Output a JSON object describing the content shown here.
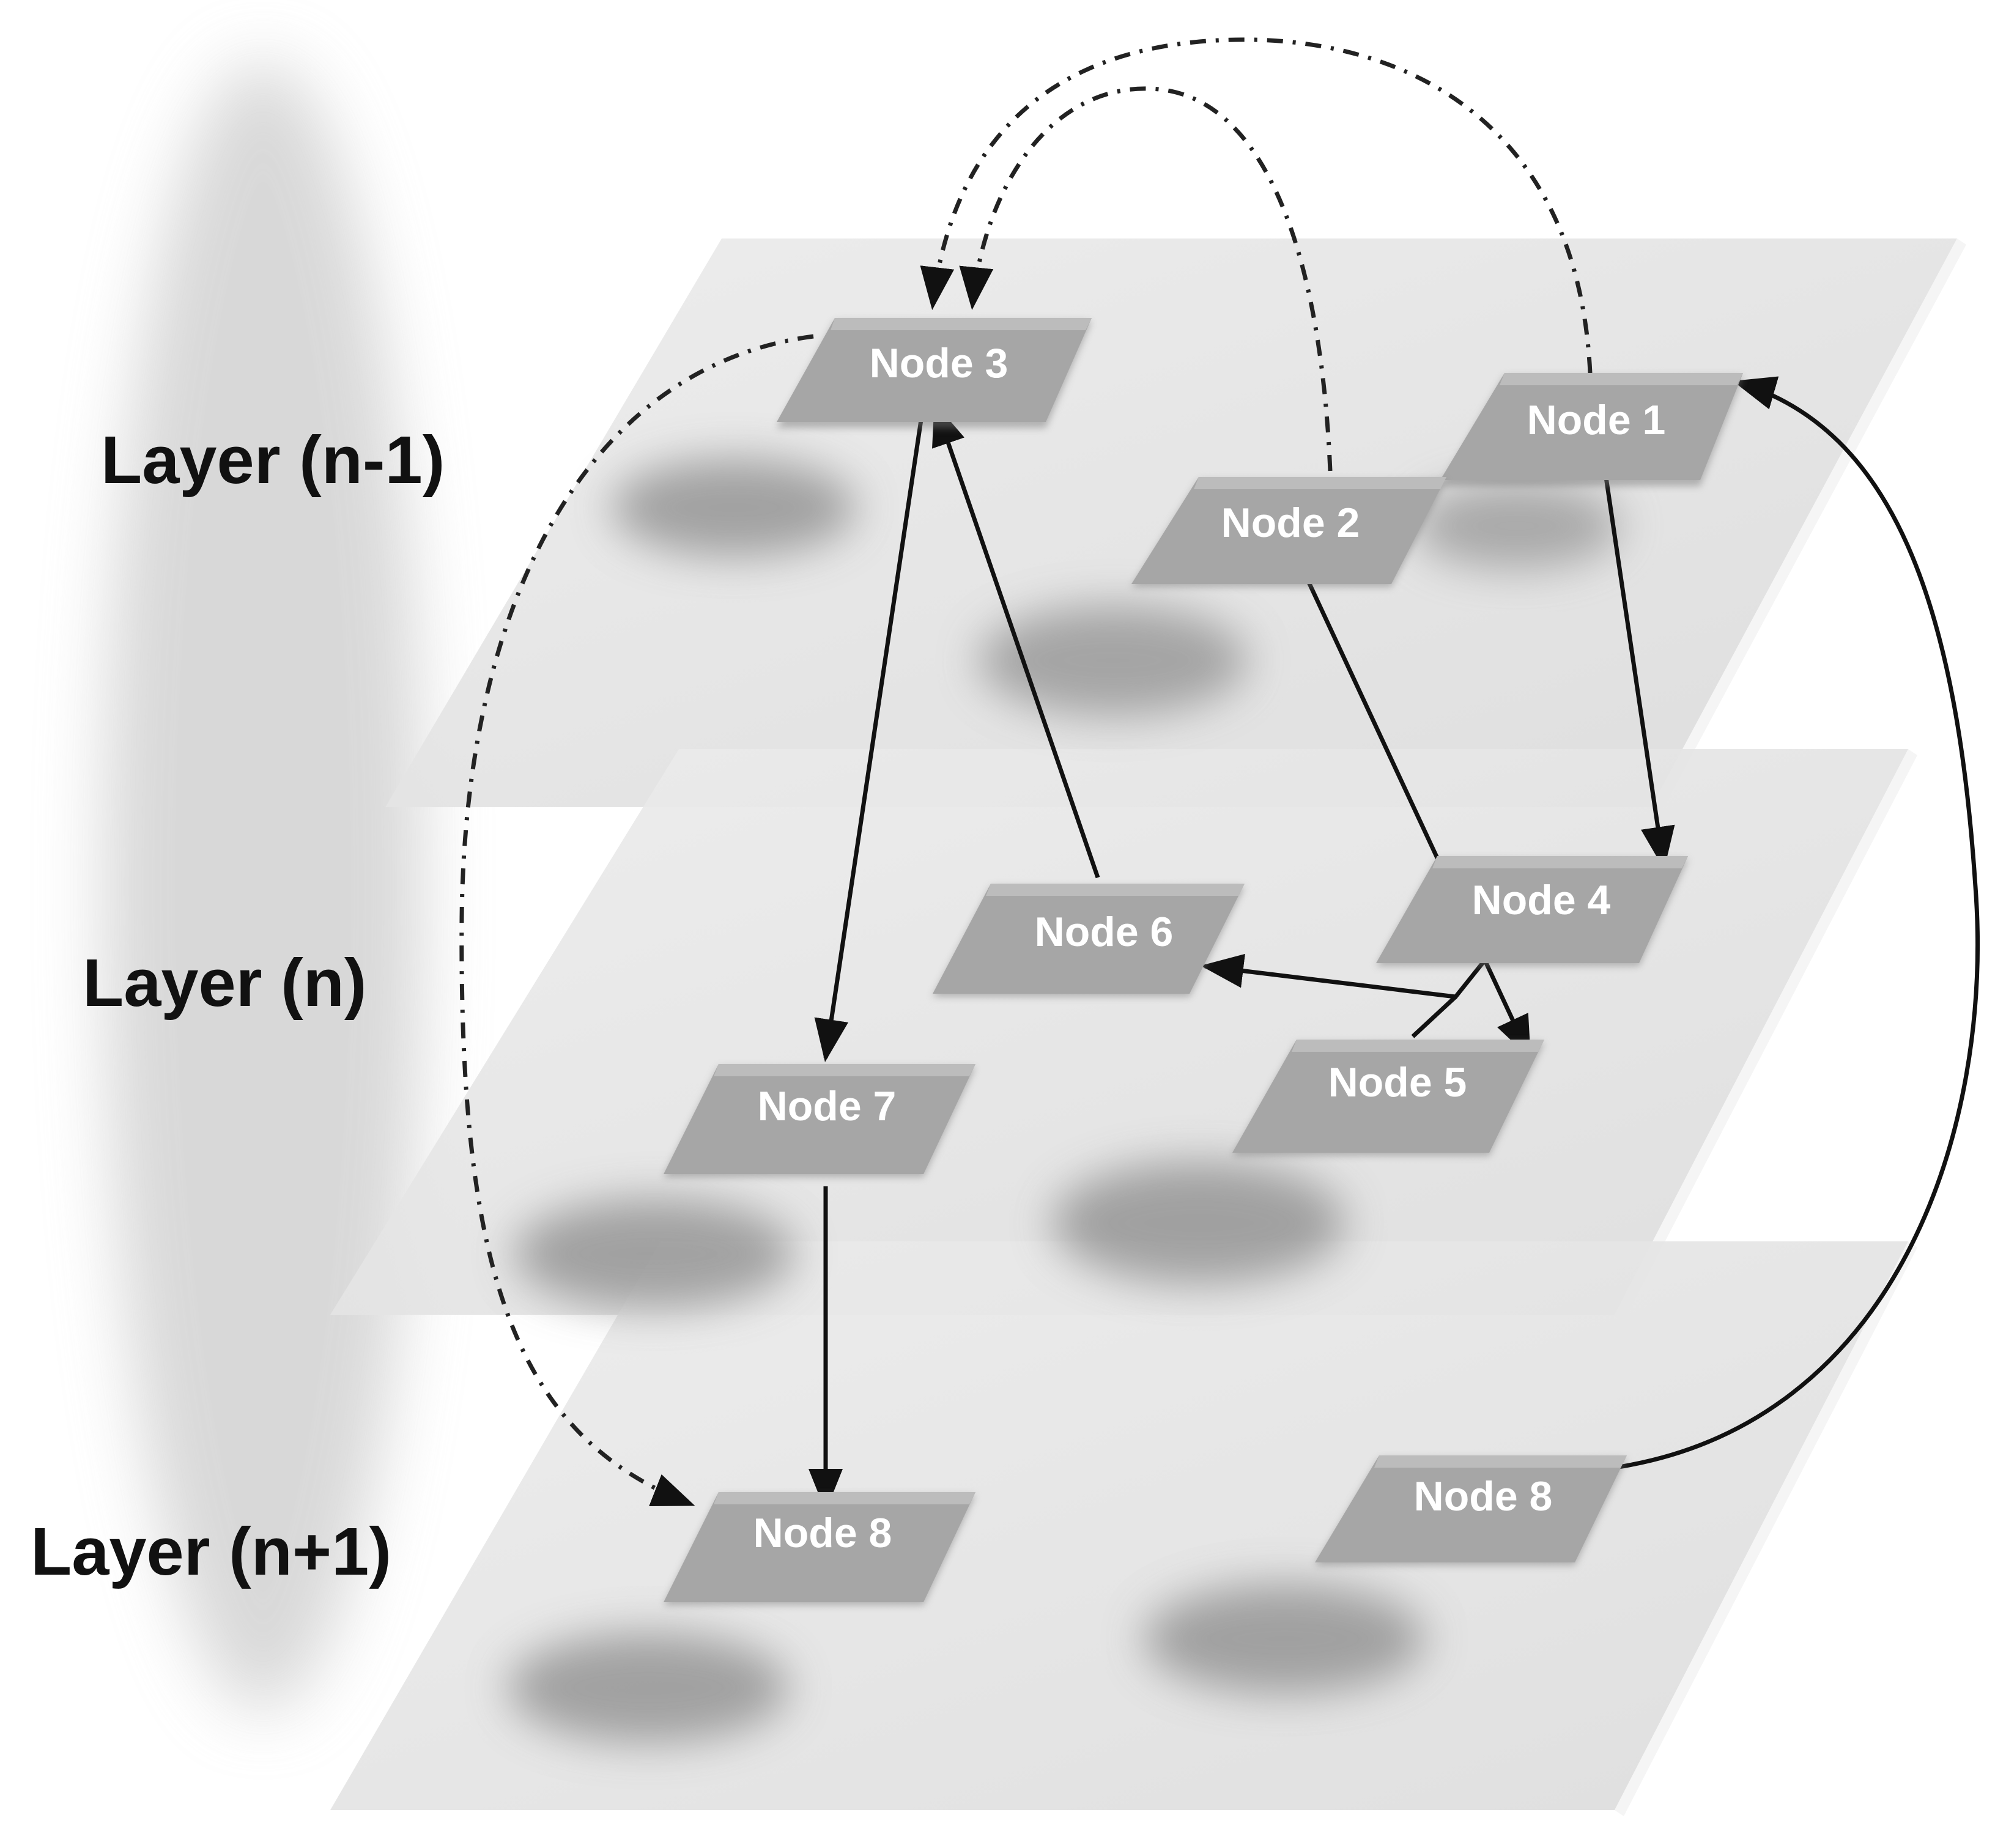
{
  "layers": [
    {
      "id": "n-1",
      "label": "Layer (n-1)"
    },
    {
      "id": "n",
      "label": "Layer (n)"
    },
    {
      "id": "n+1",
      "label": "Layer (n+1)"
    }
  ],
  "nodes": [
    {
      "id": "node1",
      "label": "Node 1",
      "layer": "n-1"
    },
    {
      "id": "node2",
      "label": "Node 2",
      "layer": "n-1"
    },
    {
      "id": "node3",
      "label": "Node 3",
      "layer": "n-1"
    },
    {
      "id": "node4",
      "label": "Node 4",
      "layer": "n"
    },
    {
      "id": "node5",
      "label": "Node 5",
      "layer": "n"
    },
    {
      "id": "node6",
      "label": "Node 6",
      "layer": "n"
    },
    {
      "id": "node7",
      "label": "Node 7",
      "layer": "n"
    },
    {
      "id": "node8a",
      "label": "Node 8",
      "layer": "n+1"
    },
    {
      "id": "node8b",
      "label": "Node 8",
      "layer": "n+1"
    }
  ],
  "edges": [
    {
      "from": "node1",
      "to": "node4",
      "style": "solid"
    },
    {
      "from": "node2",
      "to": "node5",
      "style": "solid"
    },
    {
      "from": "node3",
      "to": "node7",
      "style": "solid"
    },
    {
      "from": "node6",
      "to": "node3",
      "style": "solid"
    },
    {
      "from": "node4",
      "to": "node6",
      "style": "solid"
    },
    {
      "from": "node7",
      "to": "node8a",
      "style": "solid"
    },
    {
      "from": "node8b",
      "to": "node1",
      "style": "solid"
    },
    {
      "from": "node1",
      "to": "node3",
      "style": "dash-dot"
    },
    {
      "from": "node2",
      "to": "node3",
      "style": "dash-dot"
    },
    {
      "from": "node3",
      "to": "node8a",
      "style": "dash-dot"
    }
  ],
  "colors": {
    "plane": "#e6e6e6",
    "node_fill": "#a3a3a3",
    "node_text": "#ffffff",
    "edge": "#111111",
    "label": "#111111"
  }
}
